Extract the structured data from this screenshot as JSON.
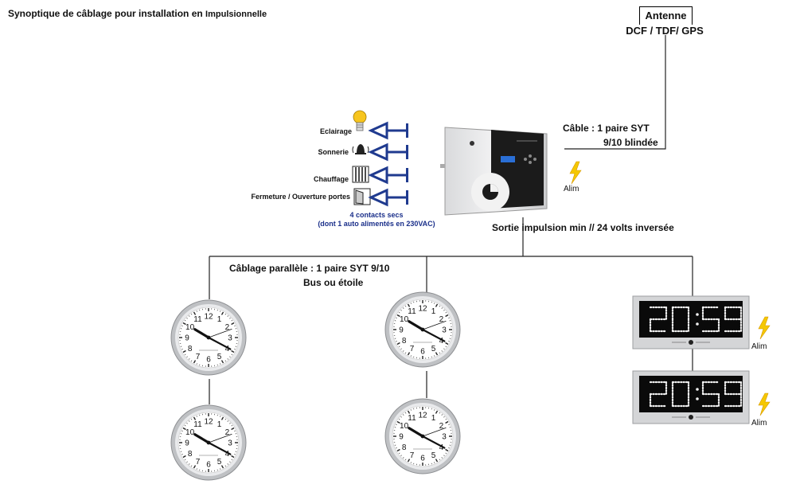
{
  "title": {
    "main": "Synoptique de câblage pour installation en",
    "tail": "Impulsionnelle"
  },
  "antenna": {
    "name": "Antenne",
    "types": "DCF / TDF/ GPS"
  },
  "cable": {
    "line1": "Câble :   1 paire SYT",
    "line2": "9/10 blindée"
  },
  "contacts": {
    "items": [
      {
        "label": "Eclairage",
        "icon": "light-bulb-icon"
      },
      {
        "label": "Sonnerie",
        "icon": "bell-icon"
      },
      {
        "label": "Chauffage",
        "icon": "radiator-icon"
      },
      {
        "label": "Fermeture / Ouverture portes",
        "icon": "door-icon"
      }
    ],
    "note_line1": "4 contacts secs",
    "note_line2": "(dont 1 auto alimentés en 230VAC)"
  },
  "output": "Sortie impulsion min // 24 volts inversée",
  "wiring": {
    "line1": "Câblage parallèle :  1 paire SYT 9/10",
    "line2": "Bus ou étoile"
  },
  "power_label": "Alim",
  "digital_time": "20:59",
  "colors": {
    "arrow_blue": "#1f3a8f",
    "bolt_yellow": "#f5c800",
    "display_bg": "#0a0a0a",
    "led_white": "#eeeeee"
  }
}
